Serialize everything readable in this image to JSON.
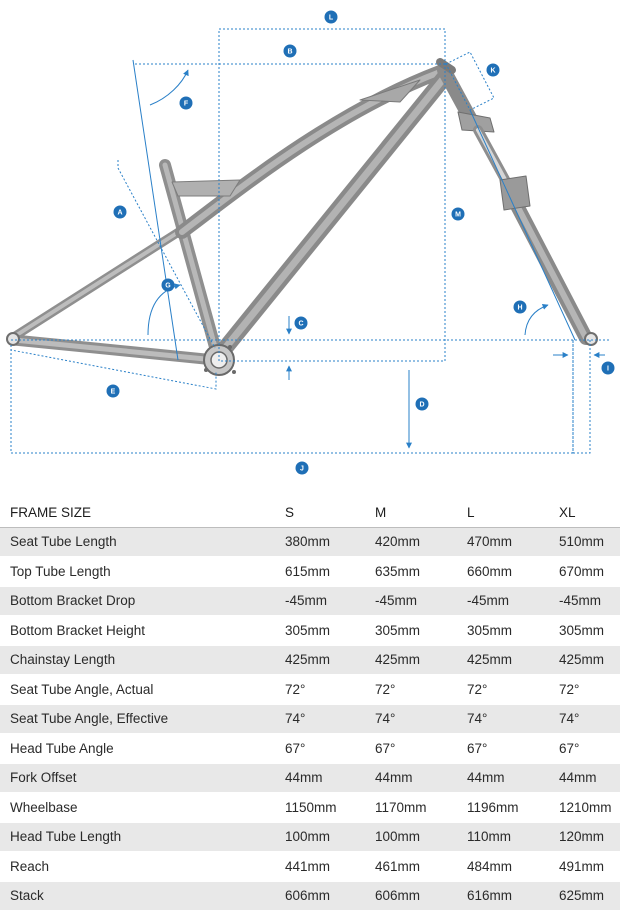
{
  "diagram": {
    "labels": [
      "A",
      "B",
      "C",
      "D",
      "E",
      "F",
      "G",
      "H",
      "I",
      "J",
      "K",
      "L",
      "M"
    ],
    "colors": {
      "frame": "#9c9c9c",
      "frame_dark": "#6e6e6e",
      "dim_line": "#2a80c8",
      "badge": "#1f6fb6"
    }
  },
  "table": {
    "header": [
      "FRAME SIZE",
      "S",
      "M",
      "L",
      "XL"
    ],
    "rows": [
      [
        "Seat Tube Length",
        "380mm",
        "420mm",
        "470mm",
        "510mm"
      ],
      [
        "Top Tube Length",
        "615mm",
        "635mm",
        "660mm",
        "670mm"
      ],
      [
        "Bottom Bracket Drop",
        "-45mm",
        "-45mm",
        "-45mm",
        "-45mm"
      ],
      [
        "Bottom Bracket Height",
        "305mm",
        "305mm",
        "305mm",
        "305mm"
      ],
      [
        "Chainstay Length",
        "425mm",
        "425mm",
        "425mm",
        "425mm"
      ],
      [
        "Seat Tube Angle, Actual",
        "72°",
        "72°",
        "72°",
        "72°"
      ],
      [
        "Seat Tube Angle, Effective",
        "74°",
        "74°",
        "74°",
        "74°"
      ],
      [
        "Head Tube Angle",
        "67°",
        "67°",
        "67°",
        "67°"
      ],
      [
        "Fork Offset",
        "44mm",
        "44mm",
        "44mm",
        "44mm"
      ],
      [
        "Wheelbase",
        "1150mm",
        "1170mm",
        "1196mm",
        "1210mm"
      ],
      [
        "Head Tube Length",
        "100mm",
        "100mm",
        "110mm",
        "120mm"
      ],
      [
        "Reach",
        "441mm",
        "461mm",
        "484mm",
        "491mm"
      ],
      [
        "Stack",
        "606mm",
        "606mm",
        "616mm",
        "625mm"
      ]
    ]
  }
}
